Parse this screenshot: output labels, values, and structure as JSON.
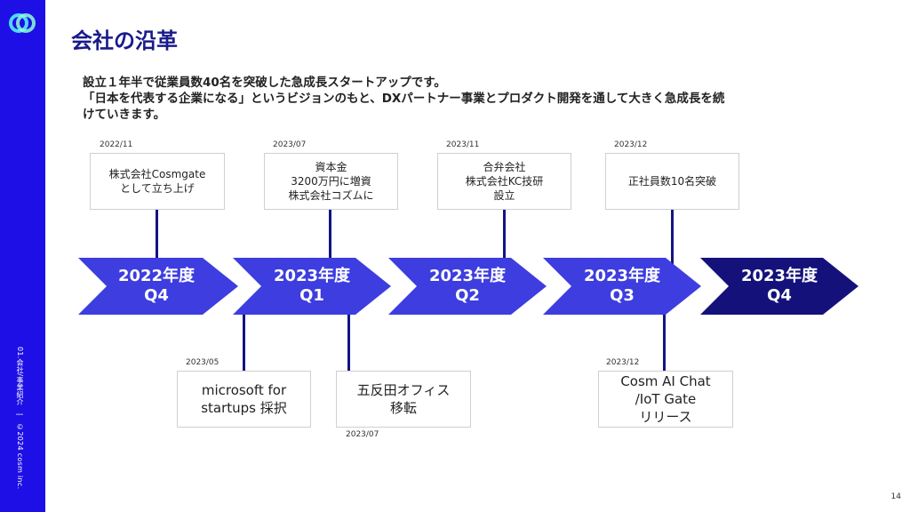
{
  "sidebar": {
    "footer_text": "01.会社/事業紹介　|　©2024 cosm inc."
  },
  "slide": {
    "title": "会社の沿革",
    "intro_lines": [
      "設立１年半で従業員数40名を突破した急成長スタートアップです。",
      "「日本を代表する企業になる」というビジョンのもと、DXパートナー事業とプロダクト開発を通して大きく急成長を続",
      "けていきます。"
    ],
    "page_number": "14"
  },
  "timeline": {
    "stages": [
      {
        "year": "2022年度",
        "quarter": "Q4"
      },
      {
        "year": "2023年度",
        "quarter": "Q1"
      },
      {
        "year": "2023年度",
        "quarter": "Q2"
      },
      {
        "year": "2023年度",
        "quarter": "Q3"
      },
      {
        "year": "2023年度",
        "quarter": "Q4"
      }
    ],
    "events_top": [
      {
        "date": "2022/11",
        "text": "株式会社Cosmgate\nとして立ち上げ"
      },
      {
        "date": "2023/07",
        "text": "資本金\n3200万円に増資\n株式会社コズムに"
      },
      {
        "date": "2023/11",
        "text": "合弁会社\n株式会社KC技研\n設立"
      },
      {
        "date": "2023/12",
        "text": "正社員数10名突破"
      }
    ],
    "events_bottom": [
      {
        "date": "2023/05",
        "text": "microsoft for\nstartups 採択"
      },
      {
        "date": "2023/07",
        "text": "五反田オフィス\n移転"
      },
      {
        "date": "2023/12",
        "text": "Cosm AI Chat\n/IoT Gate\nリリース"
      }
    ]
  },
  "colors": {
    "sidebar": "#1e0fe6",
    "arrow": "#3d3de0",
    "arrow_final": "#14127a",
    "connector": "#141482",
    "title": "#1a1a8c"
  }
}
